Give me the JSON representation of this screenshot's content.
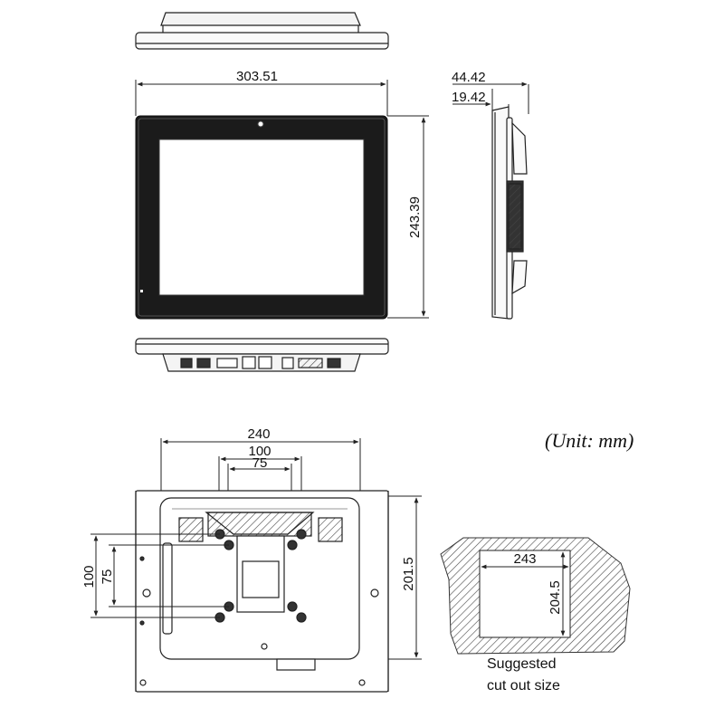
{
  "dimensions": {
    "front_width": "303.51",
    "front_height": "243.39",
    "side_depth_total": "44.42",
    "side_depth_panel": "19.42",
    "mount_width": "240",
    "vesa_outer": "100",
    "vesa_inner": "75",
    "mount_vesa_v_outer": "100",
    "mount_vesa_v_inner": "75",
    "mount_height": "201.5",
    "cutout_width": "243",
    "cutout_height": "204.5"
  },
  "unit_label": "(Unit: mm)",
  "cutout_caption": [
    "Suggested",
    "cut out size"
  ],
  "colors": {
    "line": "#222222",
    "bezel": "#1a1a1a",
    "screen": "#ffffff",
    "hatch": "#555555"
  }
}
